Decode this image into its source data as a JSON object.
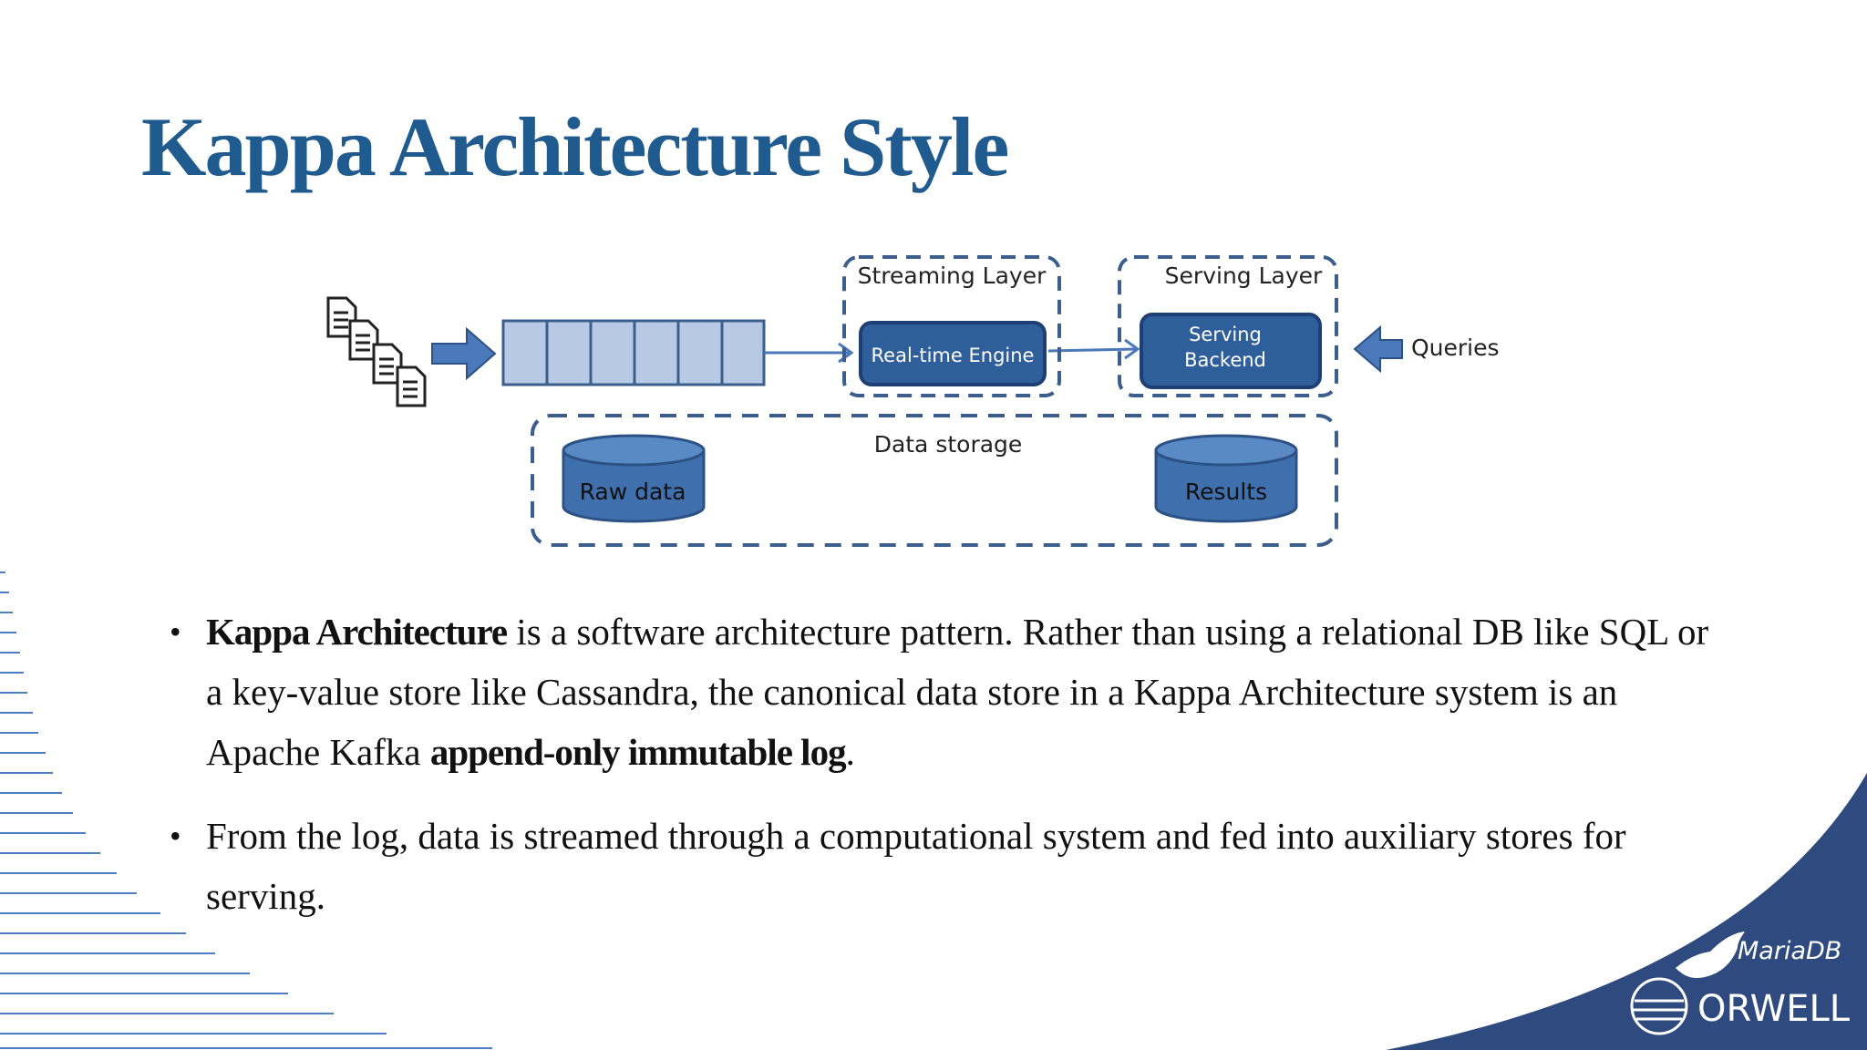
{
  "slide": {
    "title": "Kappa Architecture Style",
    "colors": {
      "title": "#1f5b8e",
      "box_fill": "#2f5f9a",
      "box_dark": "#1d3f73",
      "queue_fill": "#b6cae6",
      "dashed": "#3b5e8c",
      "corner": "#2e4a7e",
      "stripes": "#4f7dc4"
    }
  },
  "diagram": {
    "streaming_layer_label": "Streaming Layer",
    "serving_layer_label": "Serving Layer",
    "realtime_engine_label": "Real-time Engine",
    "serving_backend_line1": "Serving",
    "serving_backend_line2": "Backend",
    "queries_label": "Queries",
    "data_storage_label": "Data storage",
    "raw_data_label": "Raw data",
    "results_label": "Results",
    "icons": [
      "documents-icon",
      "right-arrow-icon",
      "left-arrow-icon",
      "database-icon"
    ]
  },
  "bullets": [
    {
      "bold_lead": "Kappa Architecture",
      "text": " is a software architecture pattern. Rather than using a relational DB like SQL or a key-value store like Cassandra, the canonical data store in a Kappa Architecture system is an Apache Kafka ",
      "bold_tail": "append-only immutable log",
      "end": "."
    },
    {
      "text": " From the log, data is streamed through a computational system and fed into auxiliary stores for serving."
    }
  ],
  "logos": {
    "mariadb": "MariaDB",
    "orwell": "ORWELL"
  }
}
